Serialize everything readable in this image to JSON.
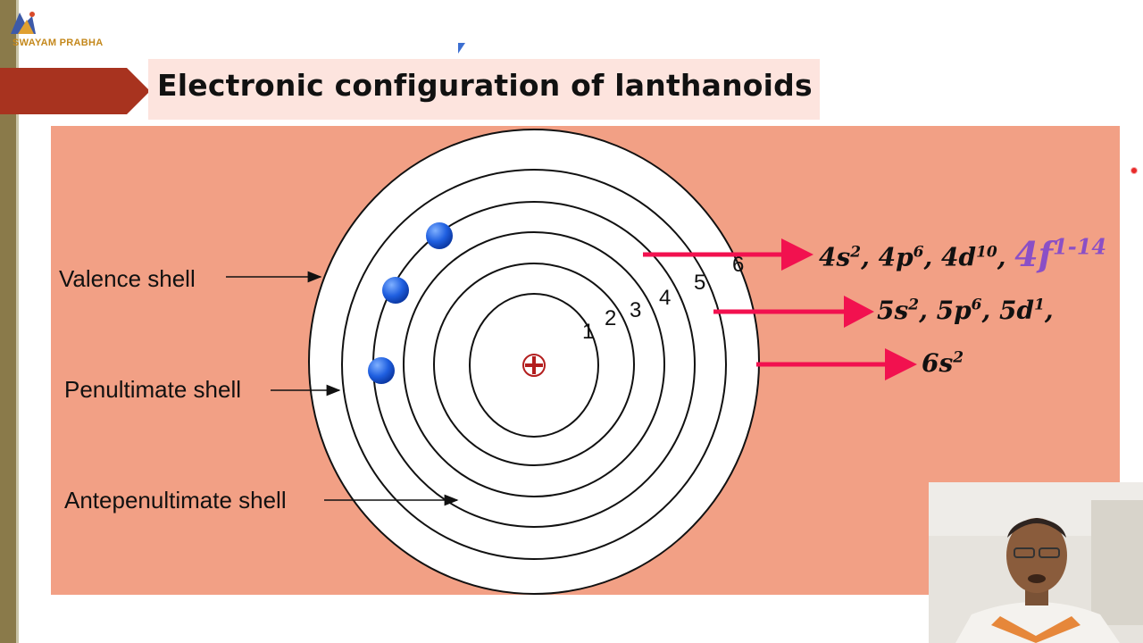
{
  "branding": {
    "logo_text": "SWAYAM PRABHA"
  },
  "slide": {
    "title": "Electronic configuration of lanthanoids"
  },
  "diagram": {
    "labels": {
      "valence": "Valence shell",
      "penultimate": "Penultimate shell",
      "antepenultimate": "Antepenultimate shell"
    },
    "shell_numbers": [
      "1",
      "2",
      "3",
      "4",
      "5",
      "6"
    ],
    "configs": {
      "line1": {
        "a": "4s",
        "a_sup": "2",
        "b": ", 4p",
        "b_sup": "6",
        "c": ", 4d",
        "c_sup": "10",
        "d": ", ",
        "hl": "4f",
        "hl_sup": "1-14"
      },
      "line2": {
        "a": "5s",
        "a_sup": "2",
        "b": ", 5p",
        "b_sup": "6",
        "c": ", 5d",
        "c_sup": "1",
        "d": ","
      },
      "line3": {
        "a": "6s",
        "a_sup": "2"
      }
    },
    "colors": {
      "slide_bg": "#f2a085",
      "arrow_red": "#f2114f",
      "electron_blue": "#1f5fe0",
      "highlight_purple": "#8a4fc6",
      "title_arrow": "#a8331f"
    }
  },
  "webcam": {
    "label": ""
  }
}
